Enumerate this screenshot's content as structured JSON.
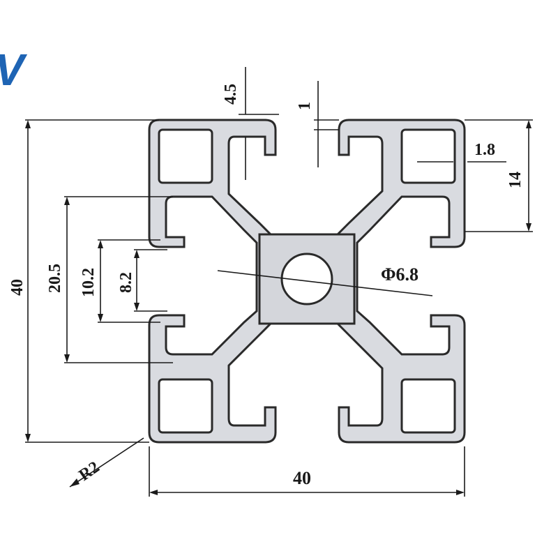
{
  "brand_fragment": "V",
  "dimensions": {
    "slot_opening": "4.5",
    "slot_lip": "1",
    "wall_thickness": "1.8",
    "pocket_height": "14",
    "overall_height": "40",
    "groove_outer": "20.5",
    "groove_middle": "10.2",
    "groove_inner": "8.2",
    "center_hole": "Φ6.8",
    "corner_radius": "R2",
    "overall_width": "40"
  },
  "colors": {
    "profile_fill": "#d9dbe0",
    "outline": "#2a2a2a",
    "brand_blue": "#1e64b4"
  }
}
